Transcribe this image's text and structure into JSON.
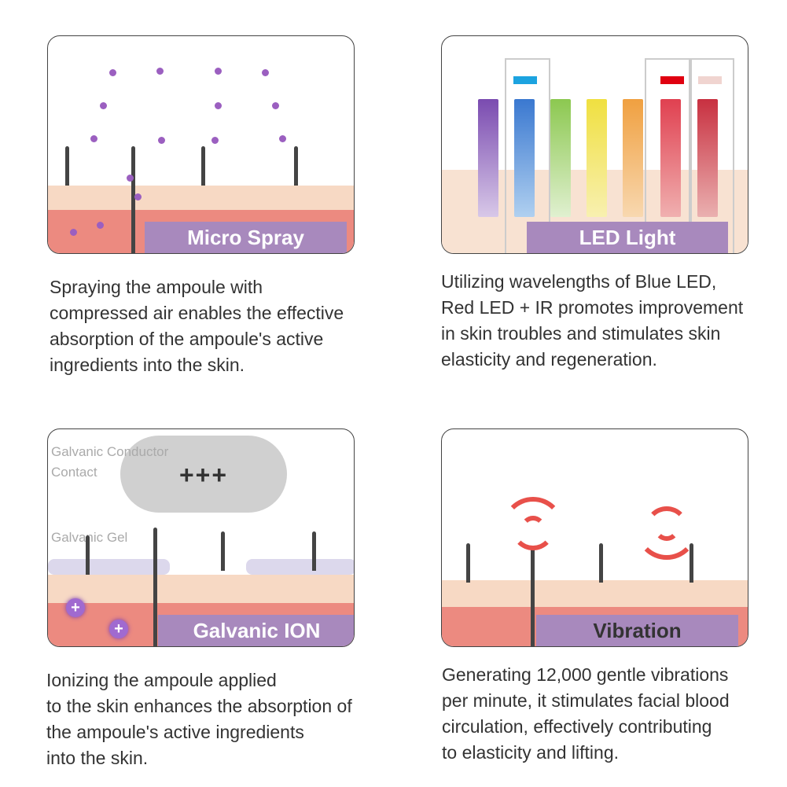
{
  "features": [
    {
      "title": "Micro Spray",
      "description": "Spraying the ampoule with\ncompressed air enables the effective\nabsorption of the ampoule's active\ningredients into the skin."
    },
    {
      "title": "LED Light",
      "description": "Utilizing wavelengths of Blue LED,\nRed LED + IR promotes improvement\nin skin troubles and stimulates skin\nelasticity and regeneration."
    },
    {
      "title": "Galvanic ION",
      "description": "Ionizing the ampoule applied\nto the skin enhances the absorption of\nthe ampoule's active ingredients\ninto the skin.",
      "diagram_labels": {
        "conductor": "Galvanic Conductor\nContact",
        "charge": "+++",
        "gel": "Galvanic Gel",
        "ion": "+"
      }
    },
    {
      "title": "Vibration",
      "description": "Generating 12,000 gentle vibrations\nper minute, it stimulates facial blood\ncirculation, effectively contributing\nto elasticity and lifting."
    }
  ],
  "colors": {
    "label_bg": "#a889bd",
    "dermis": "#ec8a80",
    "skin": "#f7d9c4"
  }
}
